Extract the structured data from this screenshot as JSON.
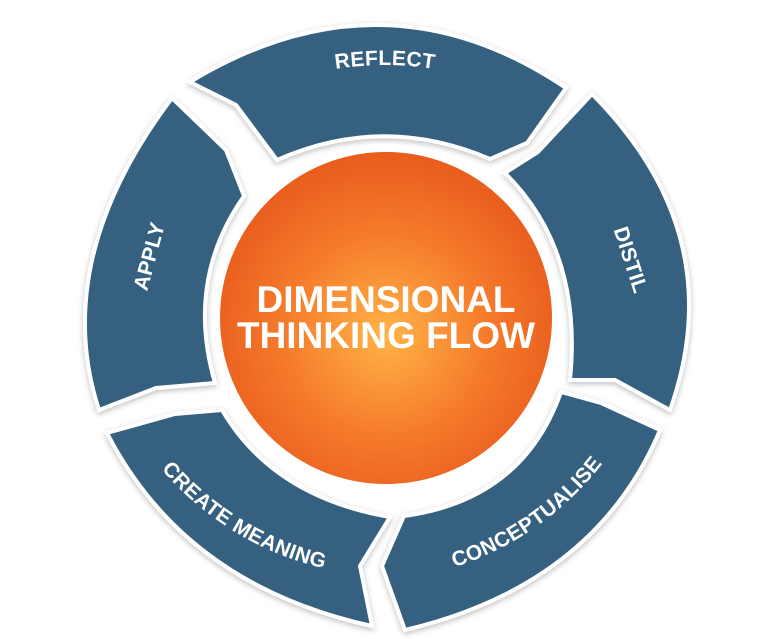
{
  "diagram": {
    "center": {
      "line1": "DIMENSIONAL",
      "line2": "THINKING FLOW"
    },
    "segments": [
      {
        "id": "reflect",
        "label": "REFLECT"
      },
      {
        "id": "distil",
        "label": "DISTIL"
      },
      {
        "id": "conceptualise",
        "label": "CONCEPTUALISE"
      },
      {
        "id": "create-meaning",
        "label": "CREATE MEANING"
      },
      {
        "id": "apply",
        "label": "APPLY"
      }
    ],
    "colors": {
      "segment_fill": "#35607F",
      "segment_stroke": "#ffffff",
      "center_light": "#FFB347",
      "center_mid": "#F57A2B",
      "center_dark": "#E85A1C",
      "text": "#ffffff"
    }
  }
}
